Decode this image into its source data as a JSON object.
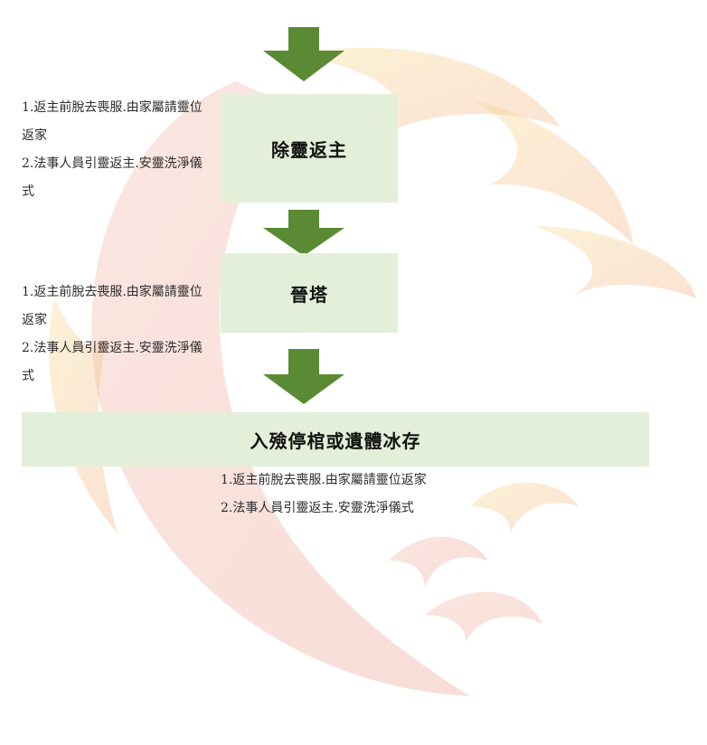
{
  "colors": {
    "box_fill": "#e3efd8",
    "arrow_fill": "#5a8a33",
    "text": "#111111",
    "watermark_red": "#d23b2c",
    "watermark_gold": "#f2c24a"
  },
  "flow": {
    "steps": [
      {
        "title": "除靈返主",
        "notes": [
          "1.返主前脫去喪服.由家屬請靈位返家",
          "2.法事人員引靈返主.安靈洗淨儀式"
        ]
      },
      {
        "title": "晉塔",
        "notes": [
          "1.返主前脫去喪服.由家屬請靈位返家",
          "2.法事人員引靈返主.安靈洗淨儀式"
        ]
      },
      {
        "title": "入殮停棺或遺體冰存",
        "notes": [
          "1.返主前脫去喪服.由家屬請靈位返家",
          "2.法事人員引靈返主.安靈洗淨儀式"
        ]
      }
    ]
  }
}
